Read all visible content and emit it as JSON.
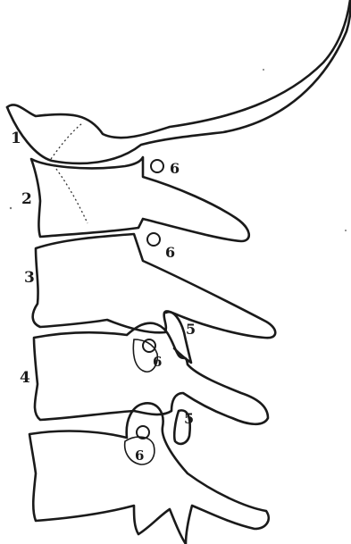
{
  "labels": {
    "v1": "1",
    "v2": "2",
    "v3": "3",
    "v4": "4",
    "foramen_a": "6",
    "foramen_b": "6",
    "foramen_c": "6",
    "foramen_d": "6",
    "process_a": "5",
    "process_b": "5"
  },
  "colors": {
    "ink": "#1a1a1a",
    "paper": "#ffffff"
  }
}
